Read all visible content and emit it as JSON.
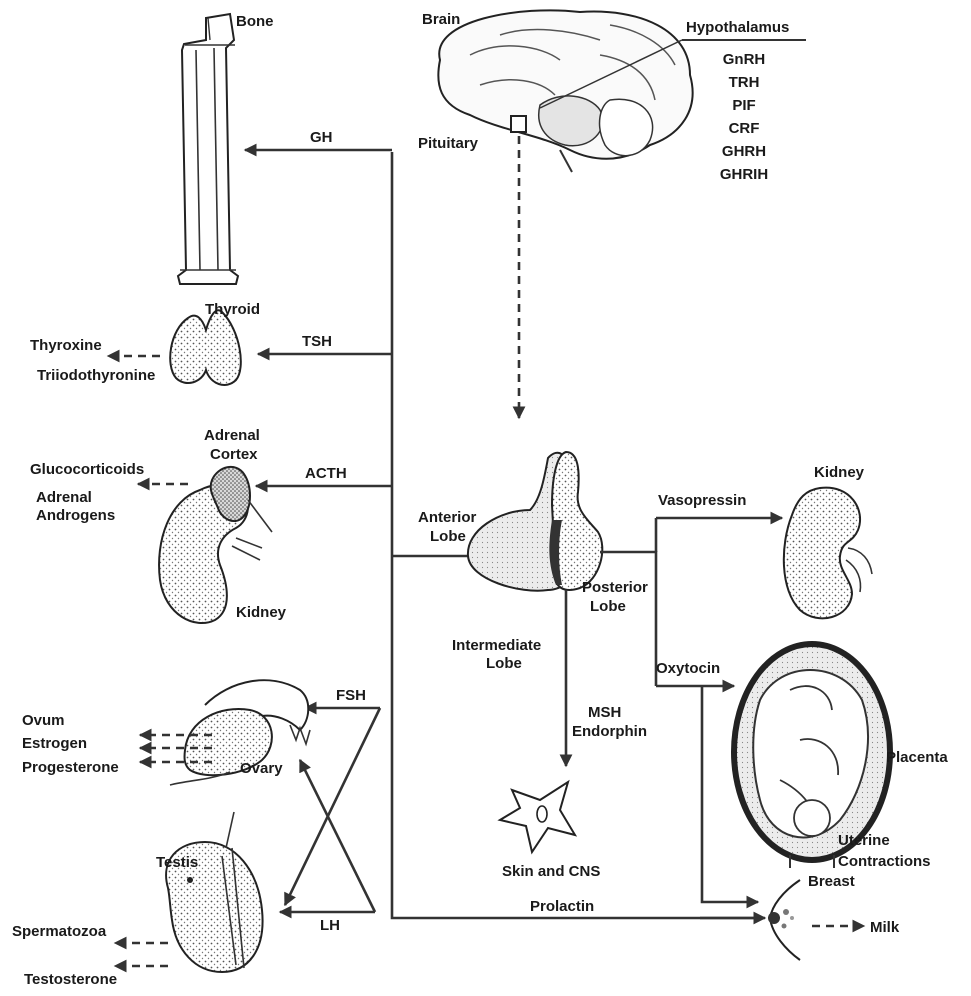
{
  "hypothalamus": {
    "title": "Hypothalamus",
    "hormones": [
      "GnRH",
      "TRH",
      "PIF",
      "CRF",
      "GHRH",
      "GHRIH"
    ]
  },
  "labels": {
    "brain": "Brain",
    "pituitary": "Pituitary",
    "bone": "Bone",
    "thyroid": "Thyroid",
    "thyroxine": "Thyroxine",
    "triiodothyronine": "Triiodothyronine",
    "adrenal_cortex_1": "Adrenal",
    "adrenal_cortex_2": "Cortex",
    "glucocorticoids": "Glucocorticoids",
    "adrenal_androgens_1": "Adrenal",
    "adrenal_androgens_2": "Androgens",
    "kidney_left": "Kidney",
    "ovum": "Ovum",
    "estrogen": "Estrogen",
    "progesterone": "Progesterone",
    "ovary": "Ovary",
    "testis": "Testis",
    "spermatozoa": "Spermatozoa",
    "testosterone": "Testosterone",
    "anterior_lobe_1": "Anterior",
    "anterior_lobe_2": "Lobe",
    "posterior_lobe_1": "Posterior",
    "posterior_lobe_2": "Lobe",
    "intermediate_lobe_1": "Intermediate",
    "intermediate_lobe_2": "Lobe",
    "msh": "MSH",
    "endorphin": "Endorphin",
    "skin_cns": "Skin and CNS",
    "kidney_right": "Kidney",
    "placenta": "Placenta",
    "uterine_1": "Uterine",
    "uterine_2": "Contractions",
    "breast": "Breast",
    "milk": "Milk"
  },
  "hormones": {
    "gh": "GH",
    "tsh": "TSH",
    "acth": "ACTH",
    "fsh": "FSH",
    "lh": "LH",
    "prolactin": "Prolactin",
    "vasopressin": "Vasopressin",
    "oxytocin": "Oxytocin"
  }
}
